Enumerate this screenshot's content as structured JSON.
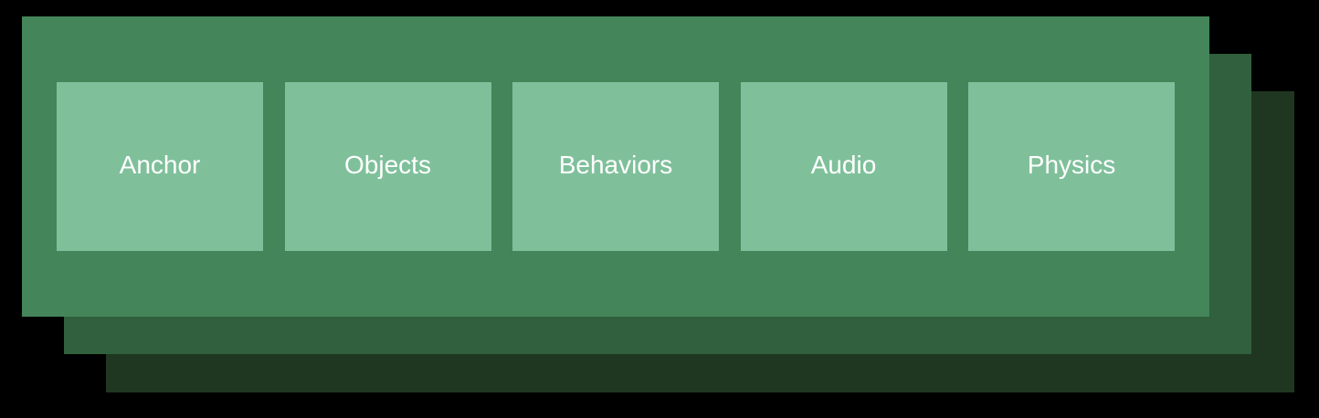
{
  "colors": {
    "background": "#000000",
    "layer_back": "#1f3720",
    "layer_middle": "#30603d",
    "layer_front": "#44855a",
    "component_fill": "#7fc09b",
    "label_text": "#ffffff"
  },
  "components": [
    {
      "label": "Anchor"
    },
    {
      "label": "Objects"
    },
    {
      "label": "Behaviors"
    },
    {
      "label": "Audio"
    },
    {
      "label": "Physics"
    }
  ]
}
